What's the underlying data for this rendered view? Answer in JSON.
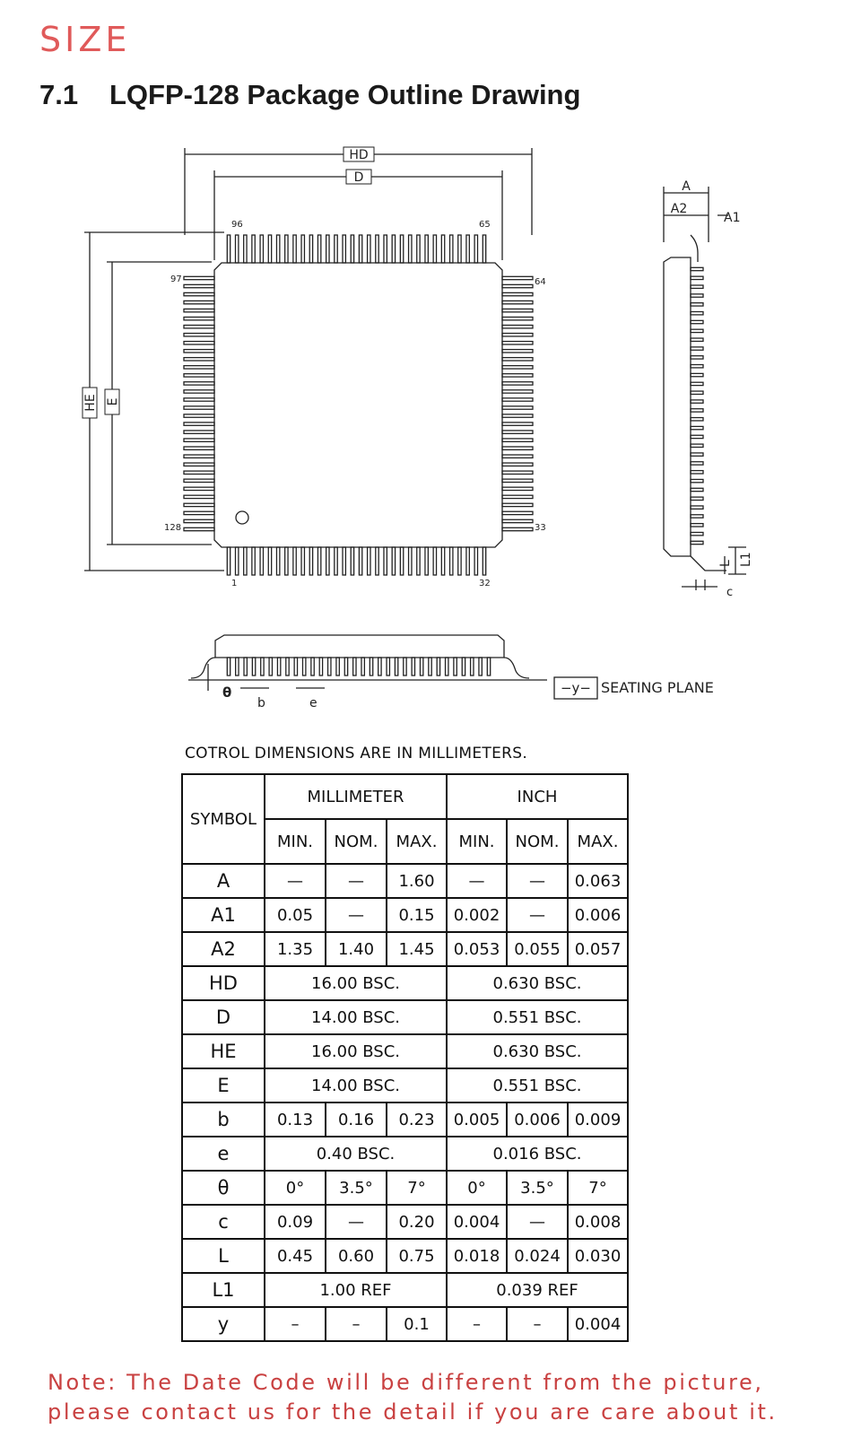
{
  "header": {
    "size_title": "SIZE",
    "section_number": "7.1",
    "section_title": "LQFP-128 Package Outline Drawing"
  },
  "drawing": {
    "hd": "HD",
    "d": "D",
    "he": "HE",
    "e": "E",
    "pin_96": "96",
    "pin_65": "65",
    "pin_97": "97",
    "pin_64": "64",
    "pin_128": "128",
    "pin_33": "33",
    "pin_1": "1",
    "pin_32": "32",
    "side_a": "A",
    "side_a2": "A2",
    "side_a1": "A1",
    "side_l": "L",
    "side_l1": "L1",
    "side_c": "c",
    "theta": "θ",
    "b": "b",
    "e_pitch": "e",
    "y_box": "−y−",
    "seating_plane": "SEATING  PLANE"
  },
  "control_note": "COTROL  DIMENSIONS  ARE  IN  MILLIMETERS.",
  "table": {
    "symbol_header": "SYMBOL",
    "mm_header": "MILLIMETER",
    "inch_header": "INCH",
    "sub_headers": [
      "MIN.",
      "NOM.",
      "MAX.",
      "MIN.",
      "NOM.",
      "MAX."
    ],
    "rows": [
      {
        "sym": "A",
        "cells": [
          "—",
          "—",
          "1.60",
          "—",
          "—",
          "0.063"
        ]
      },
      {
        "sym": "A1",
        "cells": [
          "0.05",
          "—",
          "0.15",
          "0.002",
          "—",
          "0.006"
        ]
      },
      {
        "sym": "A2",
        "cells": [
          "1.35",
          "1.40",
          "1.45",
          "0.053",
          "0.055",
          "0.057"
        ]
      },
      {
        "sym": "HD",
        "mm": "16.00  BSC.",
        "inch": "0.630  BSC."
      },
      {
        "sym": "D",
        "mm": "14.00  BSC.",
        "inch": "0.551  BSC."
      },
      {
        "sym": "HE",
        "mm": "16.00  BSC.",
        "inch": "0.630  BSC."
      },
      {
        "sym": "E",
        "mm": "14.00  BSC.",
        "inch": "0.551  BSC."
      },
      {
        "sym": "b",
        "cells": [
          "0.13",
          "0.16",
          "0.23",
          "0.005",
          "0.006",
          "0.009"
        ]
      },
      {
        "sym": "e",
        "mm": "0.40  BSC.",
        "inch": "0.016  BSC."
      },
      {
        "sym": "θ",
        "cells": [
          "0°",
          "3.5°",
          "7°",
          "0°",
          "3.5°",
          "7°"
        ]
      },
      {
        "sym": "c",
        "cells": [
          "0.09",
          "—",
          "0.20",
          "0.004",
          "—",
          "0.008"
        ]
      },
      {
        "sym": "L",
        "cells": [
          "0.45",
          "0.60",
          "0.75",
          "0.018",
          "0.024",
          "0.030"
        ]
      },
      {
        "sym": "L1",
        "mm": "1.00  REF",
        "inch": "0.039  REF"
      },
      {
        "sym": "y",
        "cells": [
          "–",
          "–",
          "0.1",
          "–",
          "–",
          "0.004"
        ]
      }
    ]
  },
  "note": "Note: The Date Code will be different from the picture, please contact us for the detail if you are care about it.",
  "colors": {
    "accent": "#e05a5a",
    "note": "#c94141"
  }
}
